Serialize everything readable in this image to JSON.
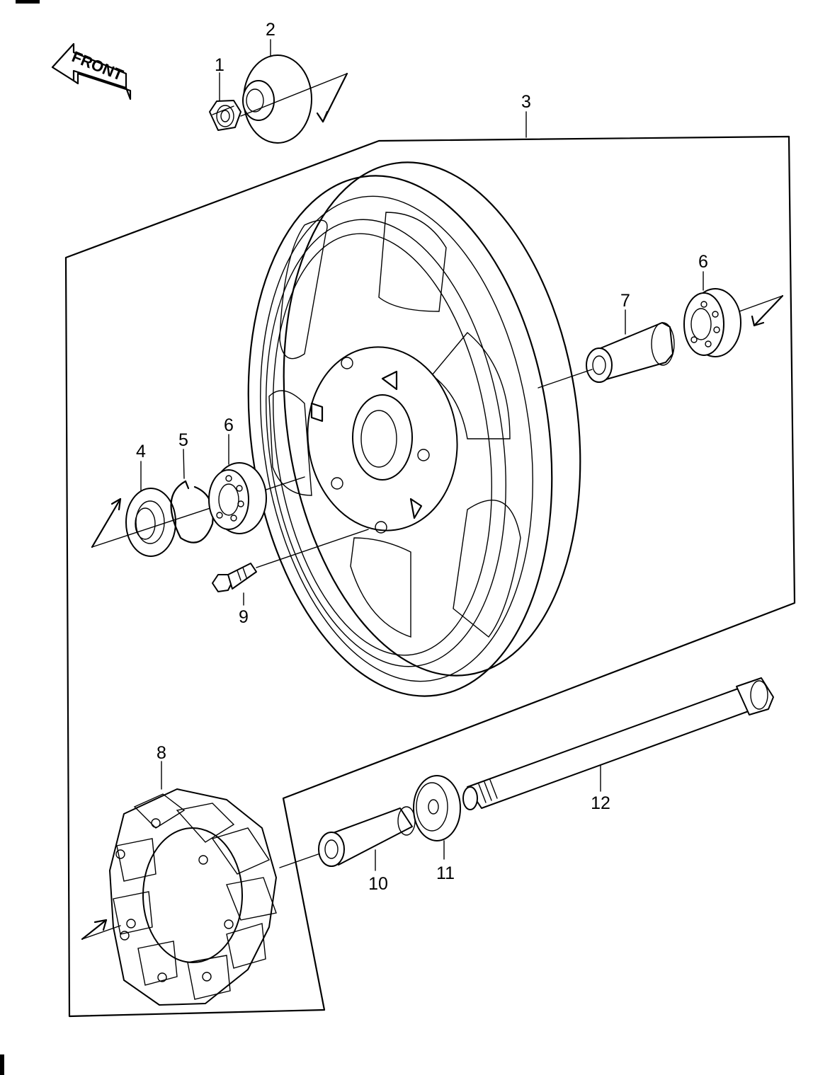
{
  "front_label": "FRONT",
  "parts": [
    {
      "id": "nut",
      "number": "1"
    },
    {
      "id": "cap",
      "number": "2"
    },
    {
      "id": "wheel",
      "number": "3"
    },
    {
      "id": "seal",
      "number": "4"
    },
    {
      "id": "circlip",
      "number": "5"
    },
    {
      "id": "bearing-left",
      "number": "6"
    },
    {
      "id": "bearing-right",
      "number": "6"
    },
    {
      "id": "spacer-long",
      "number": "7"
    },
    {
      "id": "damper",
      "number": "8"
    },
    {
      "id": "bolt",
      "number": "9"
    },
    {
      "id": "collar",
      "number": "10"
    },
    {
      "id": "washer",
      "number": "11"
    },
    {
      "id": "axle",
      "number": "12"
    }
  ]
}
